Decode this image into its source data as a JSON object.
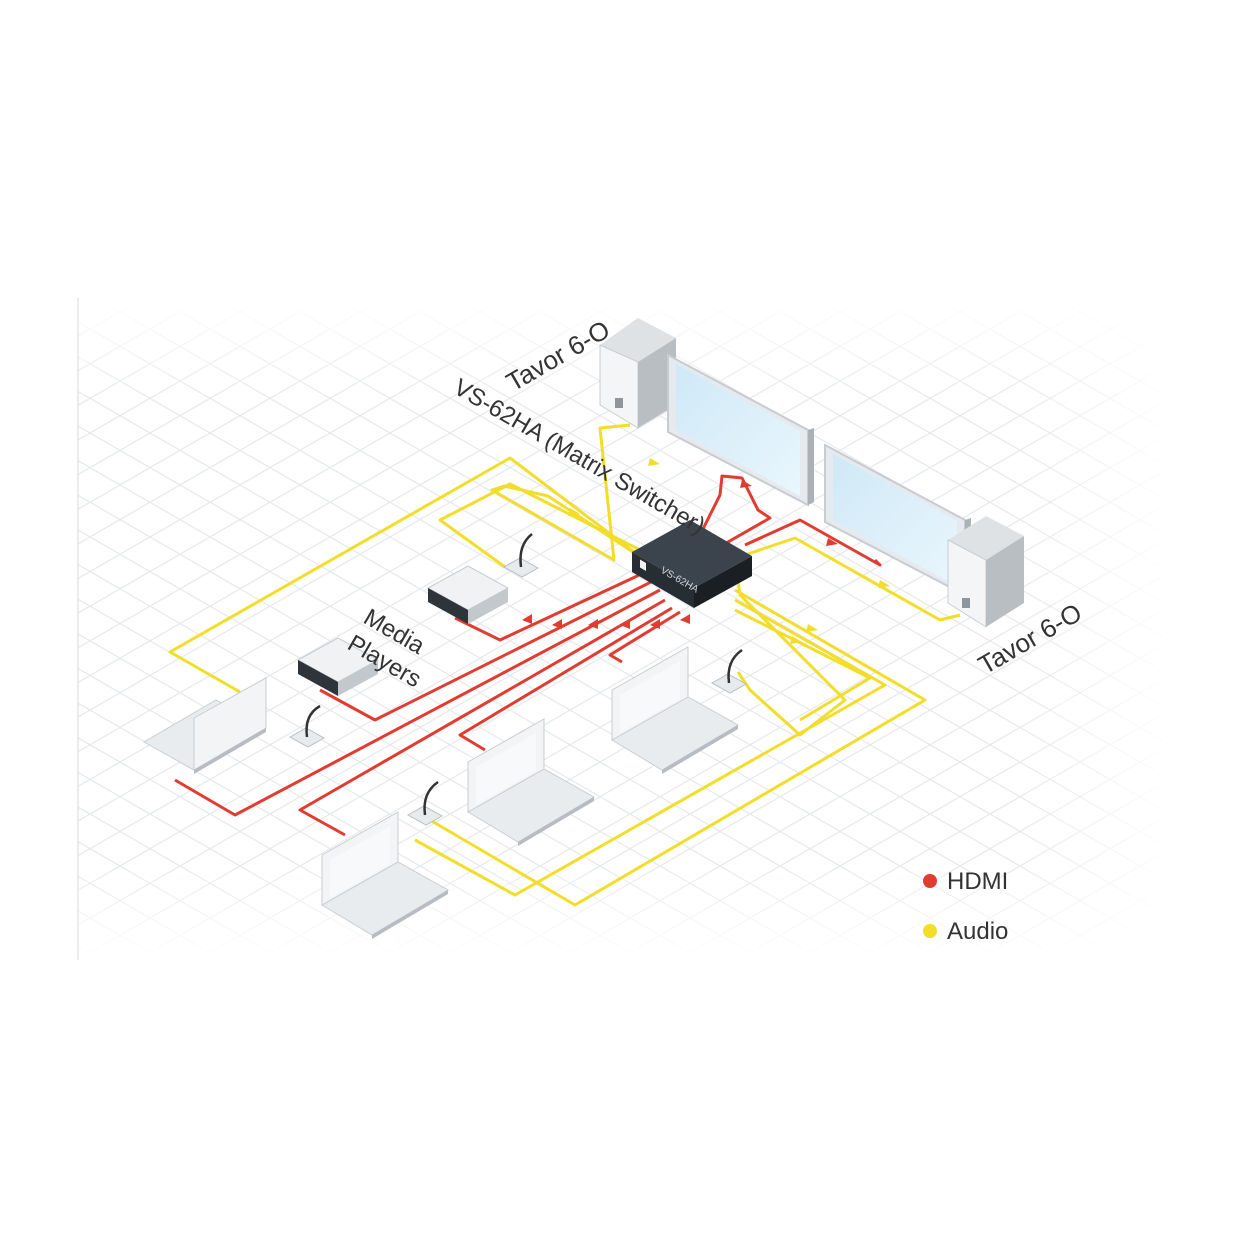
{
  "labels": {
    "speaker_top": "Tavor 6-O",
    "switcher": "VS-62HA (Matrix Switcher)",
    "speaker_bottom": "Tavor 6-O",
    "media_line1": "Media",
    "media_line2": "Players",
    "device_front": "VS-62HA"
  },
  "legend": {
    "hdmi_label": "HDMI",
    "hdmi_color": "#e03c31",
    "audio_label": "Audio",
    "audio_color": "#f2de2a"
  },
  "icons": {
    "speaker": "speaker-icon",
    "display": "display-icon",
    "switcher": "matrix-switcher-icon",
    "media_player": "media-player-icon",
    "laptop": "laptop-icon",
    "microphone": "gooseneck-microphone-icon"
  }
}
